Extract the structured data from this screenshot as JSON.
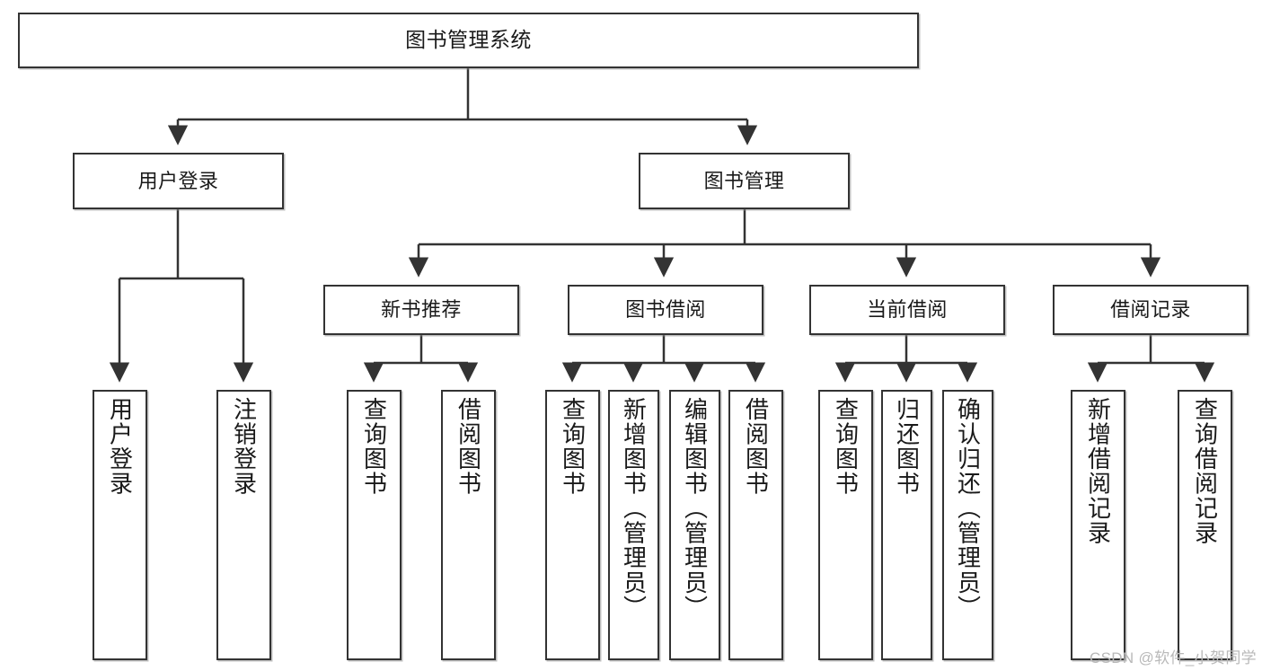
{
  "diagram": {
    "type": "tree-hierarchy-chart",
    "title": "图书管理系统",
    "watermark": "CSDN @软件_小贺同学",
    "colors": {
      "node_border": "#333333",
      "node_fill": "#ffffff",
      "connector": "#333333",
      "text": "#1a1a1a",
      "watermark": "#b9b9b9",
      "background": "#ffffff"
    },
    "levels": {
      "root": "图书管理系统",
      "level2": [
        "用户登录",
        "图书管理"
      ],
      "level3": [
        "新书推荐",
        "图书借阅",
        "当前借阅",
        "借阅记录"
      ]
    },
    "nodes": {
      "root": {
        "label": "图书管理系统"
      },
      "user_login": {
        "label": "用户登录"
      },
      "book_manage": {
        "label": "图书管理"
      },
      "new_book_rec": {
        "label": "新书推荐"
      },
      "book_borrow": {
        "label": "图书借阅"
      },
      "current_borrow": {
        "label": "当前借阅"
      },
      "borrow_record": {
        "label": "借阅记录"
      },
      "leaf_user_login": {
        "label": "用户登录"
      },
      "leaf_logout": {
        "label": "注销登录"
      },
      "leaf_query_book_a": {
        "label": "查询图书"
      },
      "leaf_borrow_book_a": {
        "label": "借阅图书"
      },
      "leaf_query_book_b": {
        "label": "查询图书"
      },
      "leaf_add_book": {
        "label": "新增图书（管理员）"
      },
      "leaf_edit_book": {
        "label": "编辑图书（管理员）"
      },
      "leaf_borrow_book_b": {
        "label": "借阅图书"
      },
      "leaf_query_book_c": {
        "label": "查询图书"
      },
      "leaf_return_book": {
        "label": "归还图书"
      },
      "leaf_confirm_return": {
        "label": "确认归还（管理员）"
      },
      "leaf_add_record": {
        "label": "新增借阅记录"
      },
      "leaf_query_record": {
        "label": "查询借阅记录"
      }
    },
    "edges": [
      {
        "from": "root",
        "to": "user_login"
      },
      {
        "from": "root",
        "to": "book_manage"
      },
      {
        "from": "user_login",
        "to": "leaf_user_login"
      },
      {
        "from": "user_login",
        "to": "leaf_logout"
      },
      {
        "from": "book_manage",
        "to": "new_book_rec"
      },
      {
        "from": "book_manage",
        "to": "book_borrow"
      },
      {
        "from": "book_manage",
        "to": "current_borrow"
      },
      {
        "from": "book_manage",
        "to": "borrow_record"
      },
      {
        "from": "new_book_rec",
        "to": "leaf_query_book_a"
      },
      {
        "from": "new_book_rec",
        "to": "leaf_borrow_book_a"
      },
      {
        "from": "book_borrow",
        "to": "leaf_query_book_b"
      },
      {
        "from": "book_borrow",
        "to": "leaf_add_book"
      },
      {
        "from": "book_borrow",
        "to": "leaf_edit_book"
      },
      {
        "from": "book_borrow",
        "to": "leaf_borrow_book_b"
      },
      {
        "from": "current_borrow",
        "to": "leaf_query_book_c"
      },
      {
        "from": "current_borrow",
        "to": "leaf_return_book"
      },
      {
        "from": "current_borrow",
        "to": "leaf_confirm_return"
      },
      {
        "from": "borrow_record",
        "to": "leaf_add_record"
      },
      {
        "from": "borrow_record",
        "to": "leaf_query_record"
      }
    ]
  }
}
